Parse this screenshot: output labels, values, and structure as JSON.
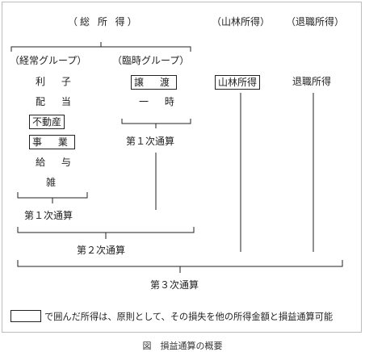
{
  "groups": {
    "sougou": "（総 所 得）",
    "sanrin_header": "（山林所得）",
    "taishoku_header": "（退職所得）",
    "keijou": "（経常グループ）",
    "rinji": "（臨時グループ）"
  },
  "keijou_items": [
    "利 子",
    "配 当",
    "不動産",
    "事 業",
    "給 与",
    "雑"
  ],
  "rinji_items": [
    "譲 渡",
    "一 時"
  ],
  "rinji_note": "第１次通算",
  "keijou_note": "第１次通算",
  "sanrin_box": "山林所得",
  "taishoku_item": "退職所得",
  "second_tsusan": "第２次通算",
  "third_tsusan": "第３次通算",
  "legend_text": "で囲んだ所得は、原則として、その損失を他の所得金額と損益通算可能",
  "caption": "図　損益通算の概要"
}
